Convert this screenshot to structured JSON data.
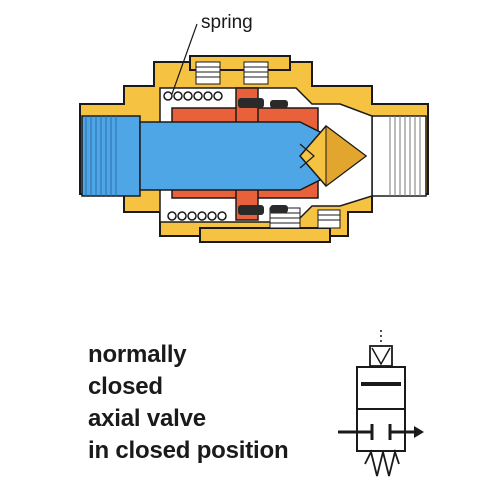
{
  "labels": {
    "spring": "spring"
  },
  "caption": {
    "lines": [
      "normally",
      "closed",
      "axial valve",
      "in closed position"
    ]
  },
  "colors": {
    "brass": "#F5C242",
    "brass_shadow": "#E2A52E",
    "bore": "#4FA6E6",
    "piston": "#E8613A",
    "seal": "#2A2A2A",
    "outline": "#1A1A1A",
    "thread": "#9BD0F2",
    "cavity": "#FFFFFF"
  },
  "symbol": {
    "type": "2/2-way-normally-closed"
  }
}
